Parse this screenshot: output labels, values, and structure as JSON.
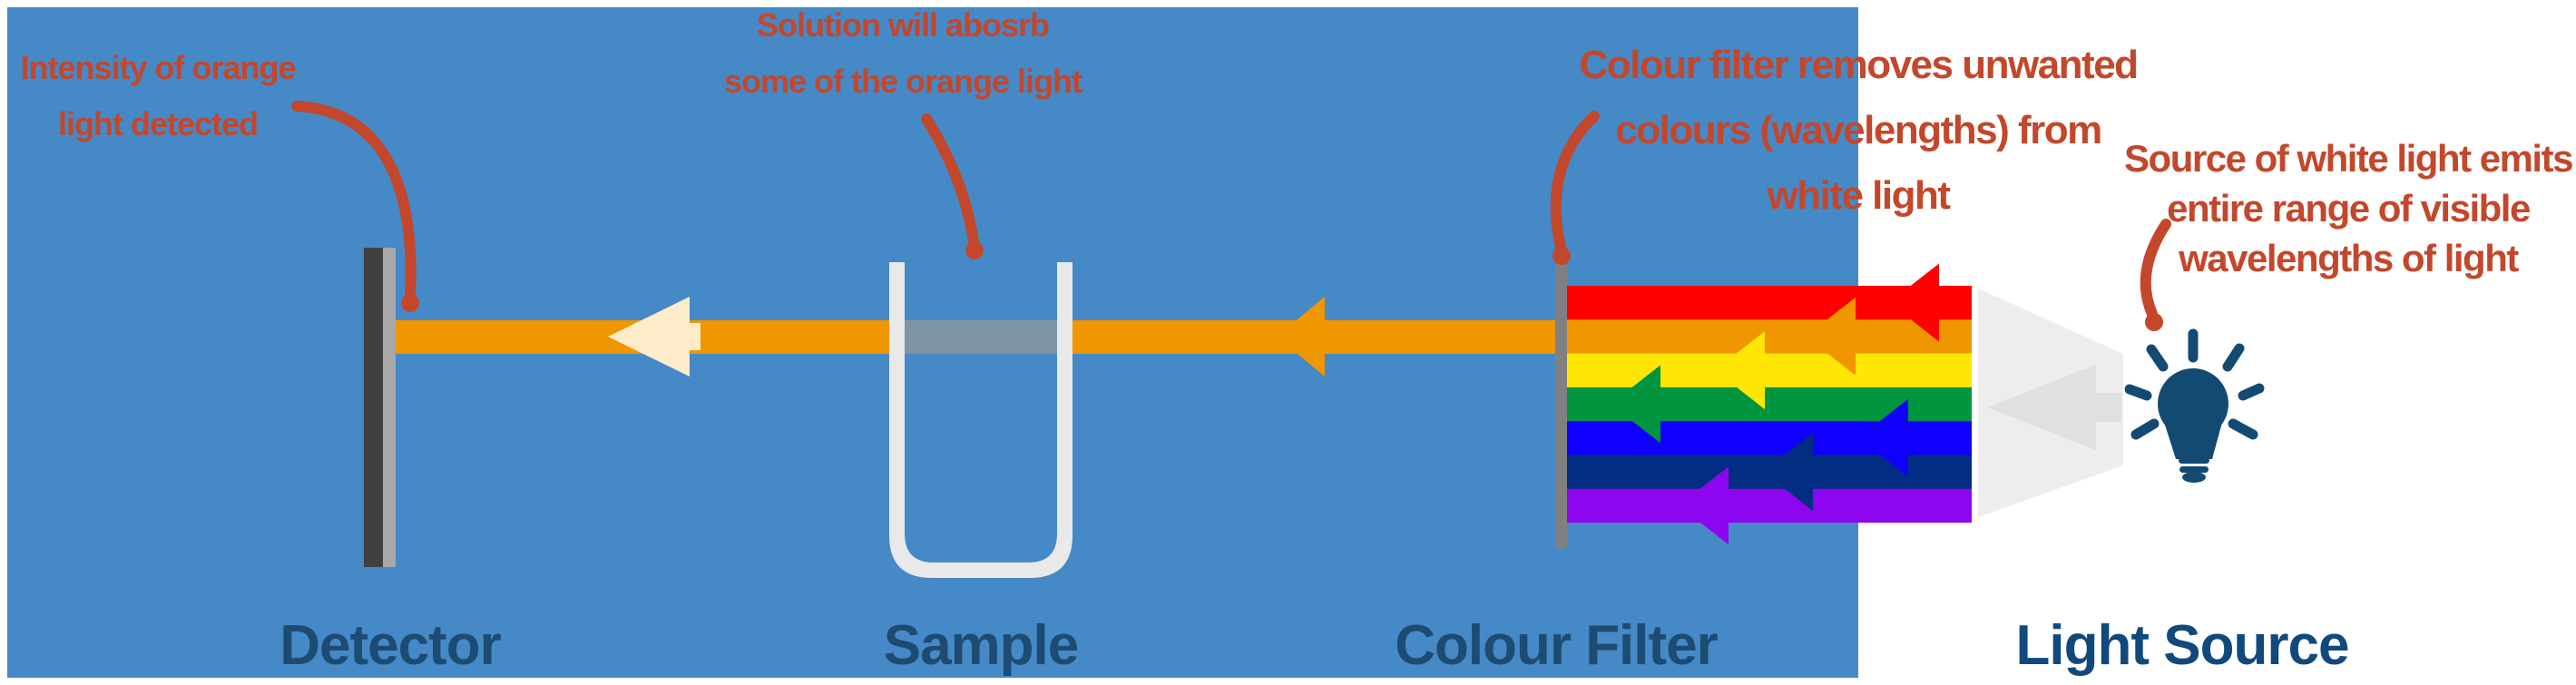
{
  "title": "Colorimetry light-path diagram",
  "colors": {
    "background": "#ffffff",
    "panel_blue": "#4589c7",
    "annotation": "#c3472b",
    "label_blue": "#1d4b72",
    "source_label_blue": "#11497c",
    "beam_orange": "#f09600",
    "absorbed_gray": "#7e95a3",
    "cream_arrow": "#fcecca",
    "detector_dark": "#404040",
    "detector_light": "#a8a8a8",
    "filter_gray": "#808080",
    "cuvette_wall": "#e9e9e9",
    "cone_gray": "#ededed",
    "cone_arrow_gray": "#e0e0e0",
    "bulb_navy": "#134a72"
  },
  "annotations": {
    "intensity": {
      "lines": [
        "Intensity of orange",
        "light detected"
      ]
    },
    "solution": {
      "lines": [
        "Solution will abosrb",
        "some of the orange light"
      ]
    },
    "filter": {
      "lines": [
        "Colour filter removes unwanted",
        "colours (wavelengths) from",
        "white light"
      ]
    },
    "source": {
      "lines": [
        "Source of white light emits",
        "entire range of visible",
        "wavelengths of light"
      ]
    }
  },
  "labels": {
    "detector": "Detector",
    "sample": "Sample",
    "filter": "Colour Filter",
    "source": "Light Source"
  },
  "spectrum": {
    "stripes": [
      {
        "name": "red",
        "color": "#fe0000"
      },
      {
        "name": "orange",
        "color": "#f09600"
      },
      {
        "name": "yellow",
        "color": "#ffe606"
      },
      {
        "name": "green",
        "color": "#029540"
      },
      {
        "name": "blue",
        "color": "#0e00fa"
      },
      {
        "name": "navy",
        "color": "#032d82"
      },
      {
        "name": "purple",
        "color": "#8c06ef"
      }
    ]
  }
}
